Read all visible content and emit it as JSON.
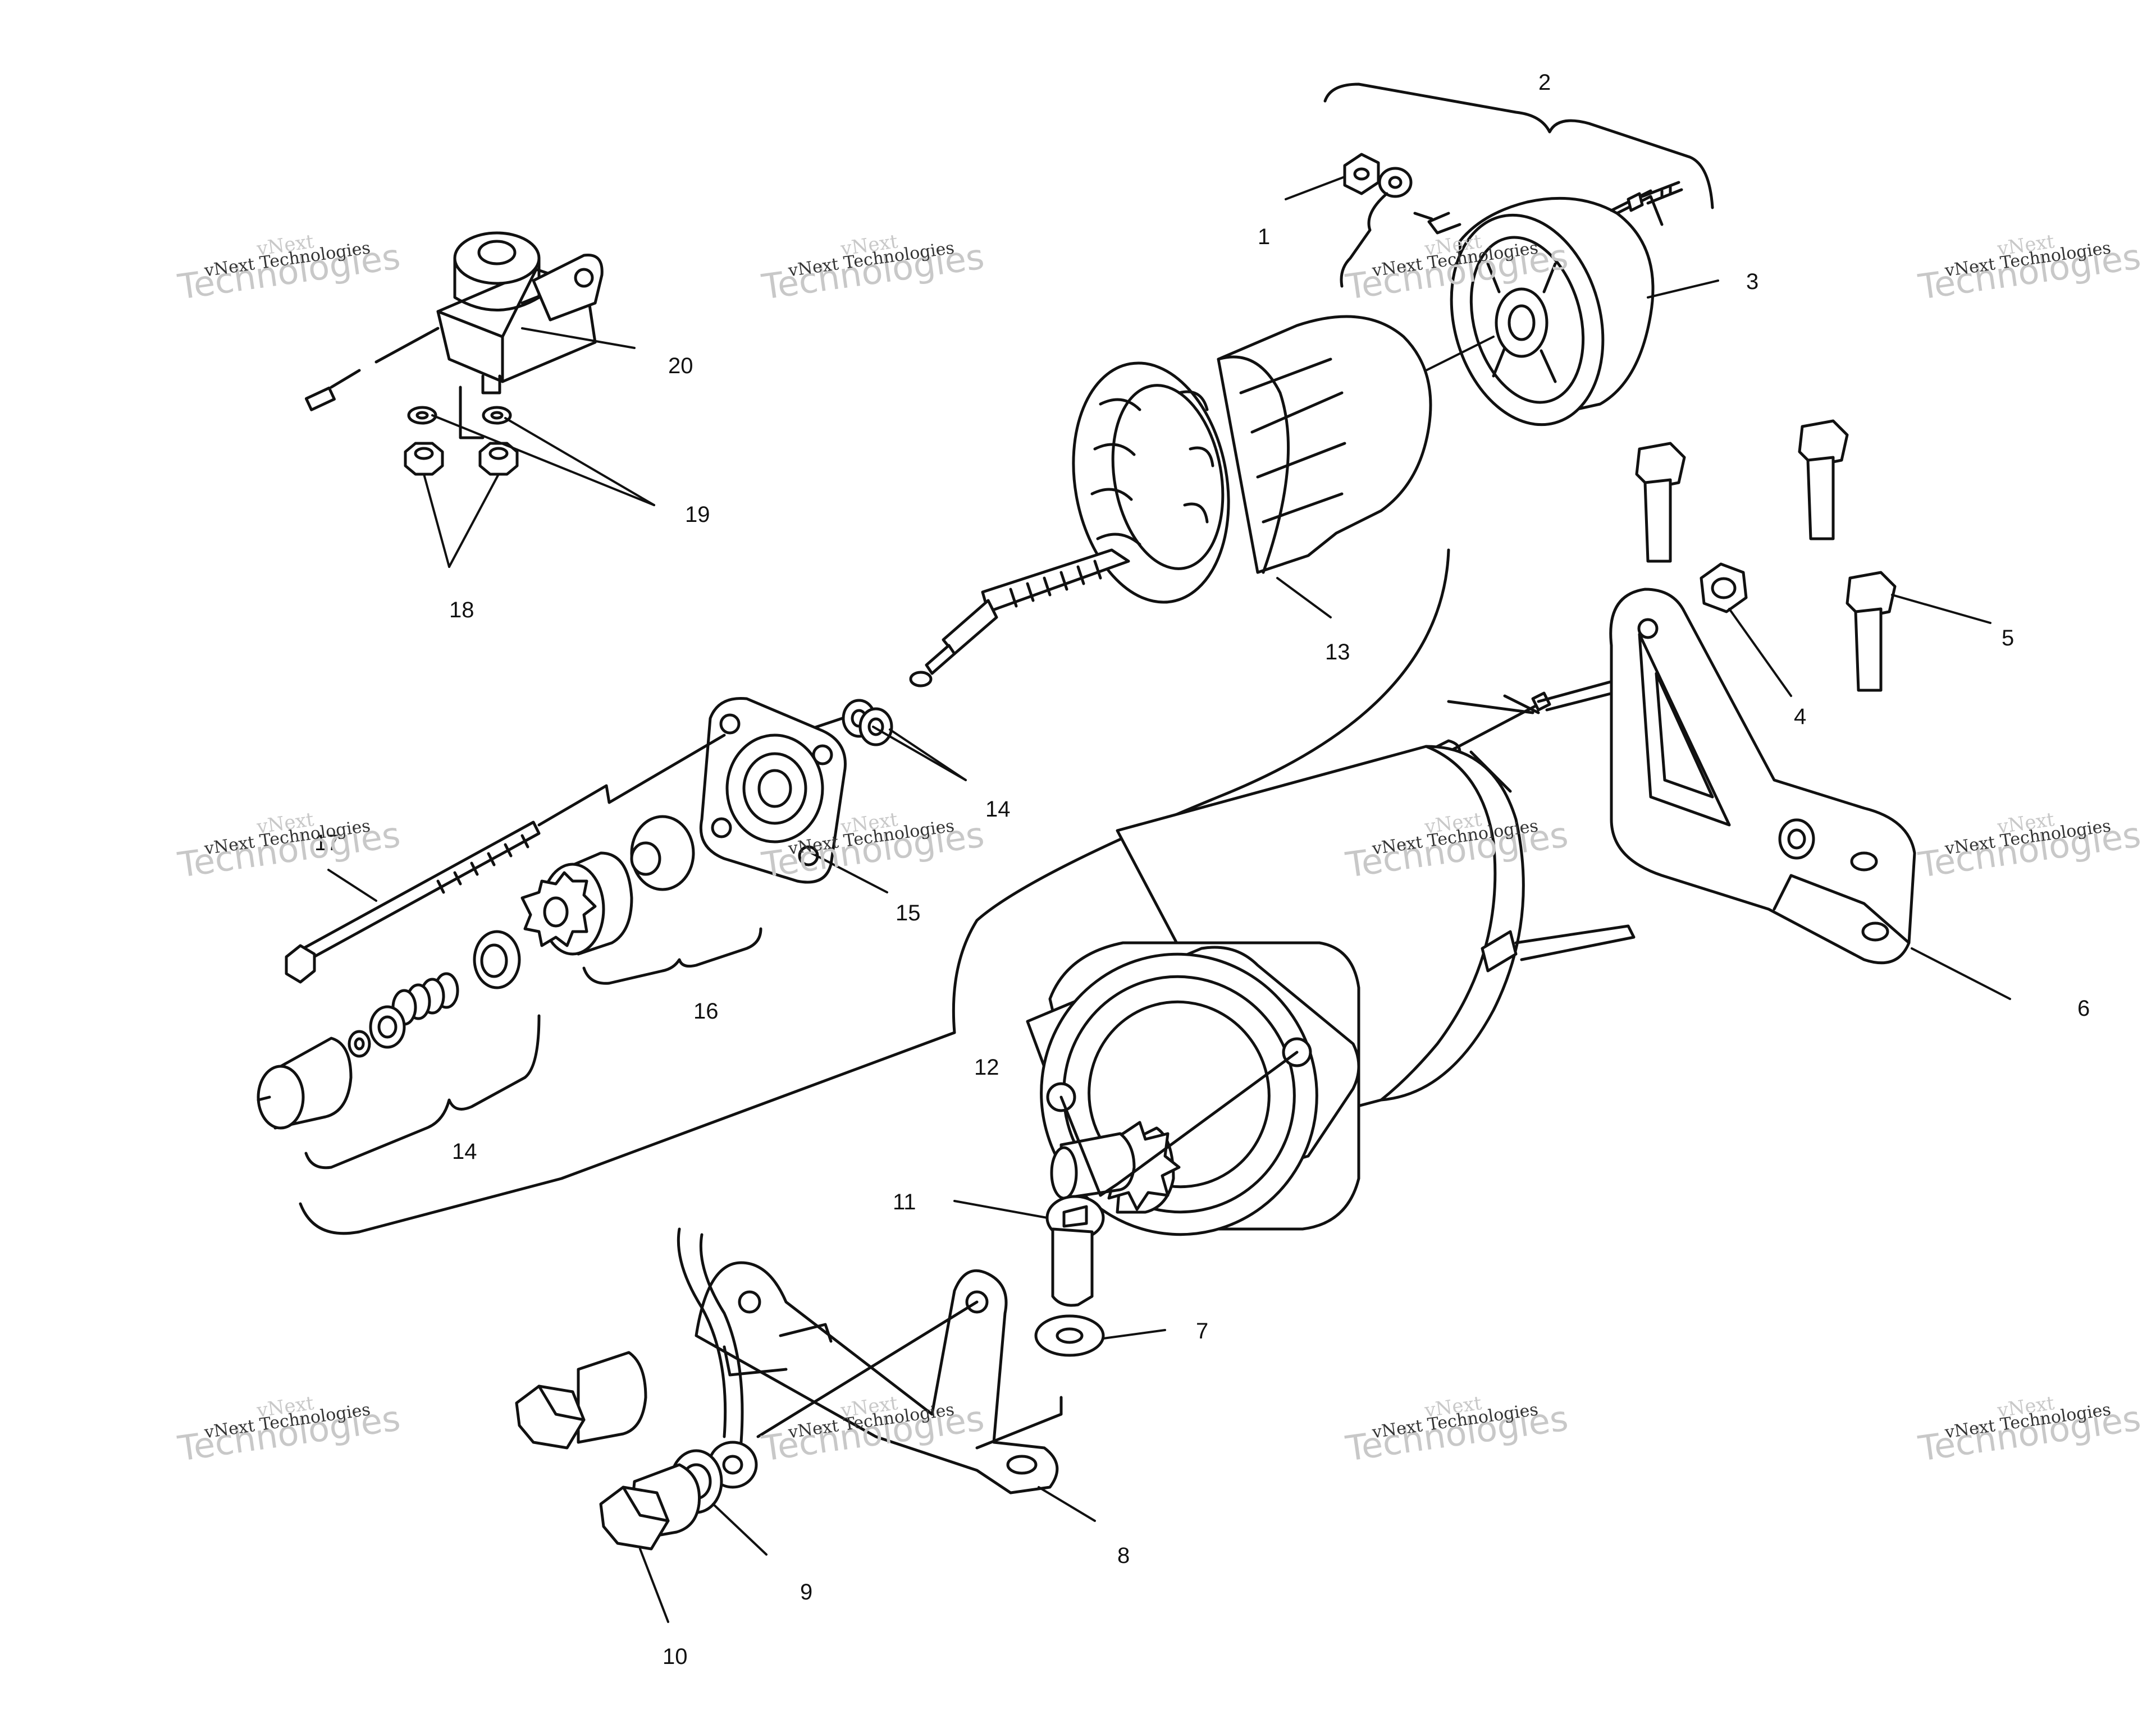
{
  "callouts": [
    {
      "id": "1",
      "label": "1"
    },
    {
      "id": "2",
      "label": "2"
    },
    {
      "id": "3",
      "label": "3"
    },
    {
      "id": "4",
      "label": "4"
    },
    {
      "id": "5",
      "label": "5"
    },
    {
      "id": "6",
      "label": "6"
    },
    {
      "id": "7",
      "label": "7"
    },
    {
      "id": "8",
      "label": "8"
    },
    {
      "id": "9",
      "label": "9"
    },
    {
      "id": "10",
      "label": "10"
    },
    {
      "id": "11",
      "label": "11"
    },
    {
      "id": "12",
      "label": "12"
    },
    {
      "id": "13",
      "label": "13"
    },
    {
      "id": "14a",
      "label": "14"
    },
    {
      "id": "14b",
      "label": "14"
    },
    {
      "id": "15",
      "label": "15"
    },
    {
      "id": "16",
      "label": "16"
    },
    {
      "id": "17",
      "label": "17"
    },
    {
      "id": "18",
      "label": "18"
    },
    {
      "id": "19",
      "label": "19"
    },
    {
      "id": "20",
      "label": "20"
    }
  ],
  "watermark": {
    "line1": "vNext",
    "line2": "Technologies",
    "small": "vNext Technologies"
  }
}
